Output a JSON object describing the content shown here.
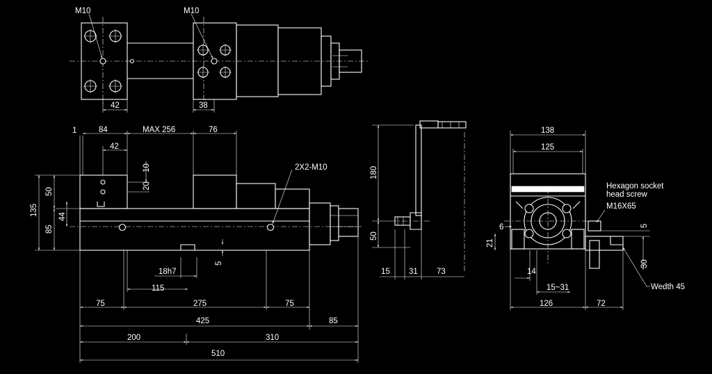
{
  "labels": {
    "top_left_thread": "M10",
    "top_right_thread": "M10",
    "top_dim_42": "42",
    "top_dim_38": "38",
    "front_dim_1": "1",
    "front_dim_84": "84",
    "front_max": "MAX 256",
    "front_dim_76": "76",
    "front_dim_42": "42",
    "front_dim_10": "10",
    "front_dim_20": "20",
    "front_thread": "2X2-M10",
    "front_dim_50": "50",
    "front_dim_135": "135",
    "front_dim_44": "44",
    "front_dim_85_v": "85",
    "front_dim_5": "5",
    "front_dim_18h7": "18h7",
    "front_dim_115": "115",
    "front_dim_75_left": "75",
    "front_dim_275": "275",
    "front_dim_75_right": "75",
    "front_dim_425": "425",
    "front_dim_85_h": "85",
    "front_dim_200": "200",
    "front_dim_310": "310",
    "front_dim_510": "510",
    "handle_dim_180": "180",
    "handle_dim_50": "50",
    "handle_dim_15": "15",
    "handle_dim_31": "31",
    "handle_dim_73": "73",
    "side_dim_138": "138",
    "side_dim_125": "125",
    "side_screw_line1": "Hexagon socket",
    "side_screw_line2": "head screw",
    "side_screw_size": "M16X65",
    "side_dim_6": "6",
    "side_dim_5": "5",
    "side_dim_21": "21",
    "side_dim_30": "30",
    "side_dim_14": "14",
    "side_dim_range": "15~31",
    "side_width": "Wedth 45",
    "side_dim_126": "126",
    "side_dim_72": "72"
  },
  "colors": {
    "background": "#000000",
    "linework": "#ffffff"
  }
}
